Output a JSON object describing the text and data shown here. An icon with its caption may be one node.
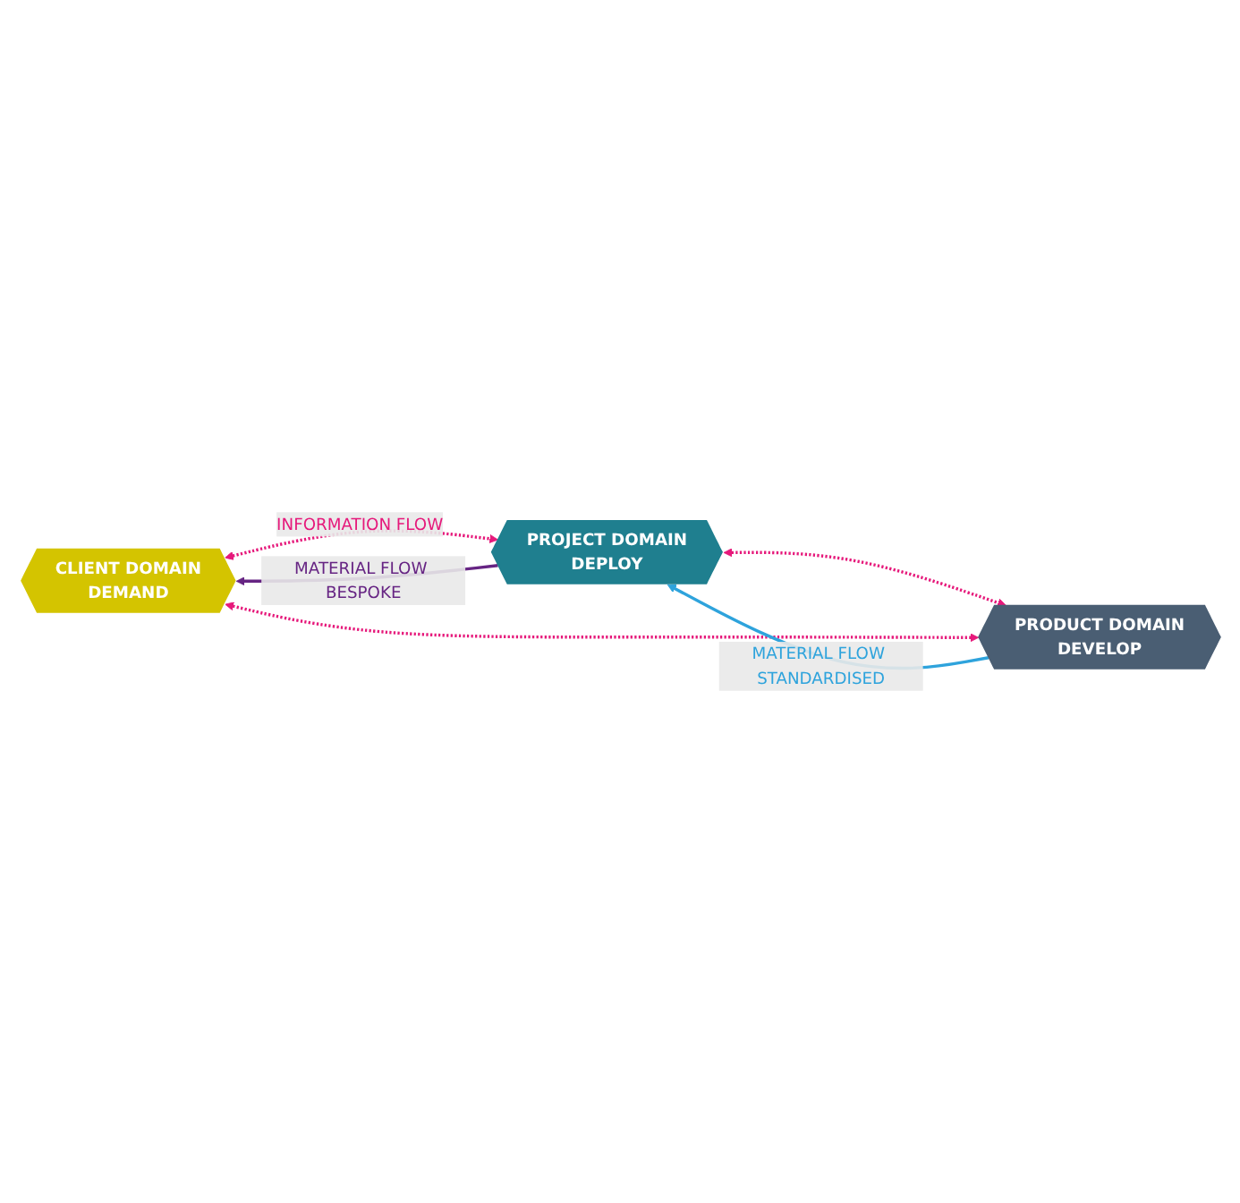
{
  "diagram": {
    "nodes": [
      {
        "text": [
          "CLIENT DOMAIN",
          "DEMAND"
        ]
      },
      {
        "text": [
          "PROJECT DOMAIN",
          "DEPLOY"
        ]
      },
      {
        "text": [
          "PRODUCT DOMAIN",
          "DEVELOP"
        ]
      }
    ],
    "edges": [
      {
        "from": 1,
        "to": 0,
        "arrow": "to",
        "label": "MATERIAL FLOW BESPOKE",
        "color": "#662483"
      },
      {
        "from": 0,
        "to": 1,
        "arrow": "both",
        "label": "INFORMATION FLOW",
        "style": "dashed"
      },
      {
        "from": 1,
        "to": 2,
        "arrow": "both",
        "style": "dashed"
      },
      {
        "from": 0,
        "to": 2,
        "arrow": "both",
        "style": "dashed"
      },
      {
        "from": 2,
        "to": 1,
        "arrow": "to",
        "label": "MATERIAL FLOW STANDARDISED",
        "color": "#2ea3dc"
      }
    ]
  }
}
